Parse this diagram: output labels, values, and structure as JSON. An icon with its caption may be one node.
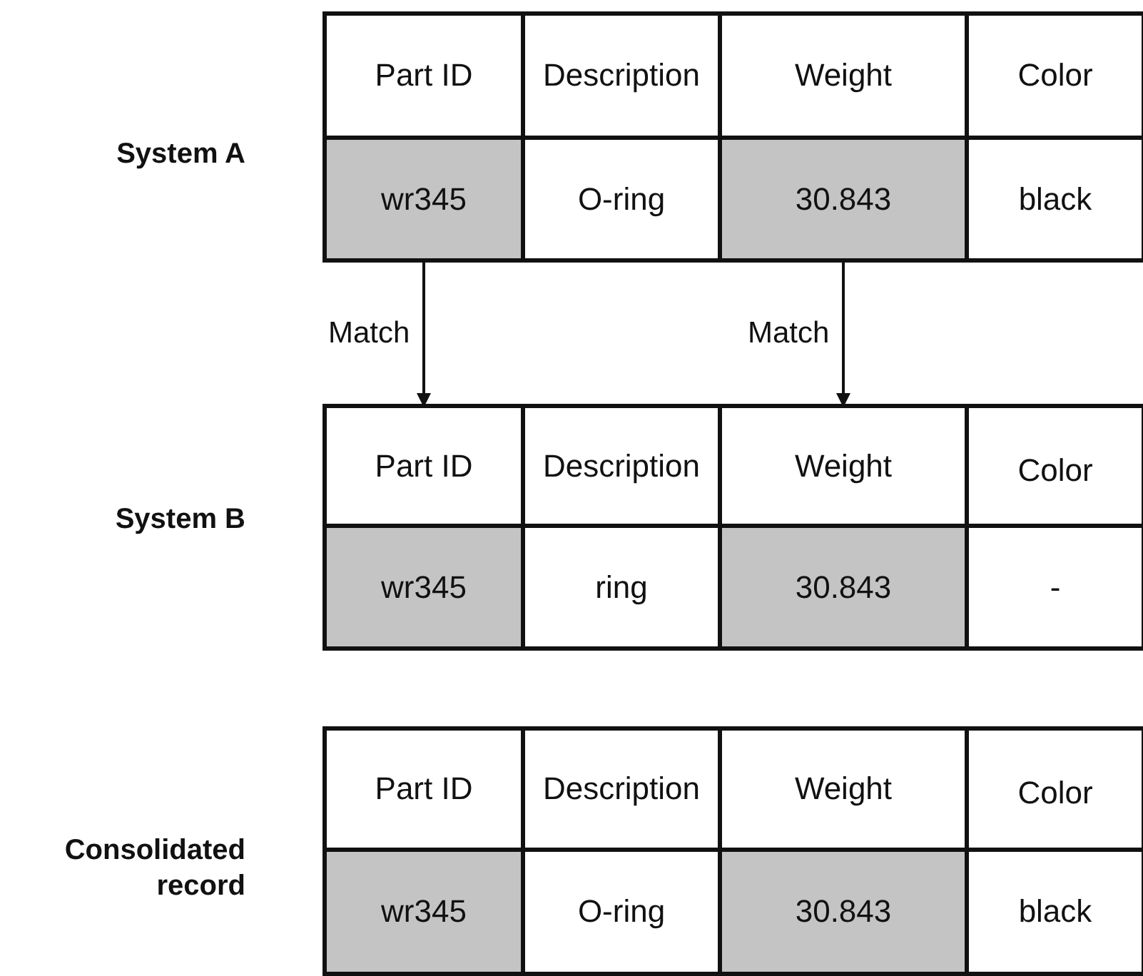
{
  "diagram": {
    "nodes": [
      {
        "text": [
          "Part ID"
        ]
      },
      {
        "text": [
          "Description"
        ]
      },
      {
        "text": [
          "Weight"
        ]
      },
      {
        "text": [
          "Color"
        ]
      },
      {
        "text": [
          "wr345"
        ]
      },
      {
        "text": [
          "O-ring"
        ]
      },
      {
        "text": [
          "30.843"
        ]
      },
      {
        "text": [
          "black"
        ]
      },
      {
        "text": [
          "Part ID"
        ]
      },
      {
        "text": [
          "Description"
        ]
      },
      {
        "text": [
          "Weight"
        ]
      },
      {
        "text": [
          "Color"
        ]
      },
      {
        "text": [
          "wr345"
        ]
      },
      {
        "text": [
          "ring"
        ]
      },
      {
        "text": [
          "30.843"
        ]
      },
      {
        "text": [
          "-"
        ]
      },
      {
        "text": [
          "Part ID"
        ]
      },
      {
        "text": [
          "Description"
        ]
      },
      {
        "text": [
          "Weight"
        ]
      },
      {
        "text": [
          "Color"
        ]
      },
      {
        "text": [
          "wr345"
        ]
      },
      {
        "text": [
          "O-ring"
        ]
      },
      {
        "text": [
          "30.843"
        ]
      },
      {
        "text": [
          "black"
        ]
      }
    ],
    "edges": [
      {
        "from": 4,
        "to": 8,
        "arrow": "to",
        "label": "Match"
      },
      {
        "from": 6,
        "to": 10,
        "arrow": "to",
        "label": "Match"
      }
    ],
    "labels": [
      "System A",
      "System B",
      "Consolidated record"
    ]
  }
}
